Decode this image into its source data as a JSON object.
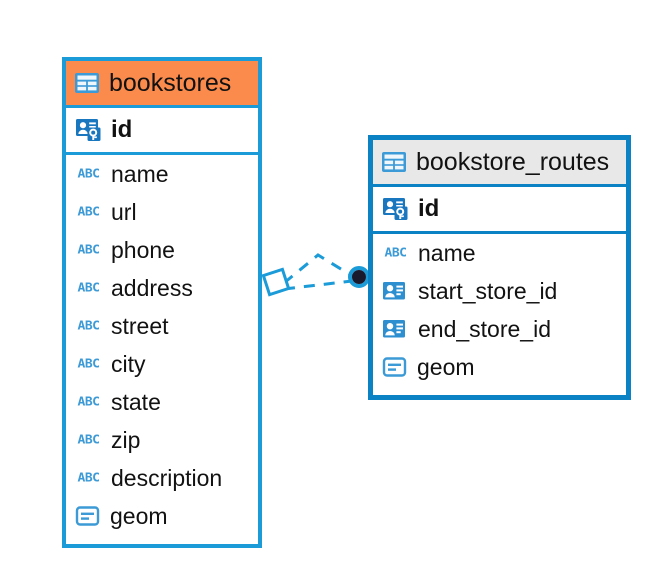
{
  "diagram": {
    "type": "entity-relationship-diagram",
    "background_color": "#ffffff",
    "accent_color": "#1b9bd8",
    "selected_color": "#0b82c4",
    "highlight_color": "#fb8b4c"
  },
  "tables": [
    {
      "name": "bookstores",
      "header_label": "bookstores",
      "header_style": "highlighted-orange",
      "table_icon": "table-icon",
      "fields": [
        {
          "label": "id",
          "icon": "primary-key-icon",
          "kind": "pk"
        },
        {
          "label": "name",
          "icon": "abc-icon",
          "kind": "text"
        },
        {
          "label": "url",
          "icon": "abc-icon",
          "kind": "text"
        },
        {
          "label": "phone",
          "icon": "abc-icon",
          "kind": "text"
        },
        {
          "label": "address",
          "icon": "abc-icon",
          "kind": "text"
        },
        {
          "label": "street",
          "icon": "abc-icon",
          "kind": "text"
        },
        {
          "label": "city",
          "icon": "abc-icon",
          "kind": "text"
        },
        {
          "label": "state",
          "icon": "abc-icon",
          "kind": "text"
        },
        {
          "label": "zip",
          "icon": "abc-icon",
          "kind": "text"
        },
        {
          "label": "description",
          "icon": "abc-icon",
          "kind": "text"
        },
        {
          "label": "geom",
          "icon": "geometry-icon",
          "kind": "geometry"
        }
      ]
    },
    {
      "name": "bookstore_routes",
      "header_label": "bookstore_routes",
      "header_style": "selected-gray",
      "table_icon": "table-icon",
      "fields": [
        {
          "label": "id",
          "icon": "primary-key-icon",
          "kind": "pk"
        },
        {
          "label": "name",
          "icon": "abc-icon",
          "kind": "text"
        },
        {
          "label": "start_store_id",
          "icon": "foreign-key-icon",
          "kind": "fk"
        },
        {
          "label": "end_store_id",
          "icon": "foreign-key-icon",
          "kind": "fk"
        },
        {
          "label": "geom",
          "icon": "geometry-icon",
          "kind": "geometry"
        }
      ]
    }
  ],
  "relationship": {
    "style": "dashed",
    "color": "#1b9bd8",
    "source_marker": "diamond-marker",
    "target_marker": "filled-circle-marker",
    "source_table": "bookstores",
    "target_table": "bookstore_routes"
  },
  "icon_glyphs": {
    "abc_text": "ABC"
  }
}
